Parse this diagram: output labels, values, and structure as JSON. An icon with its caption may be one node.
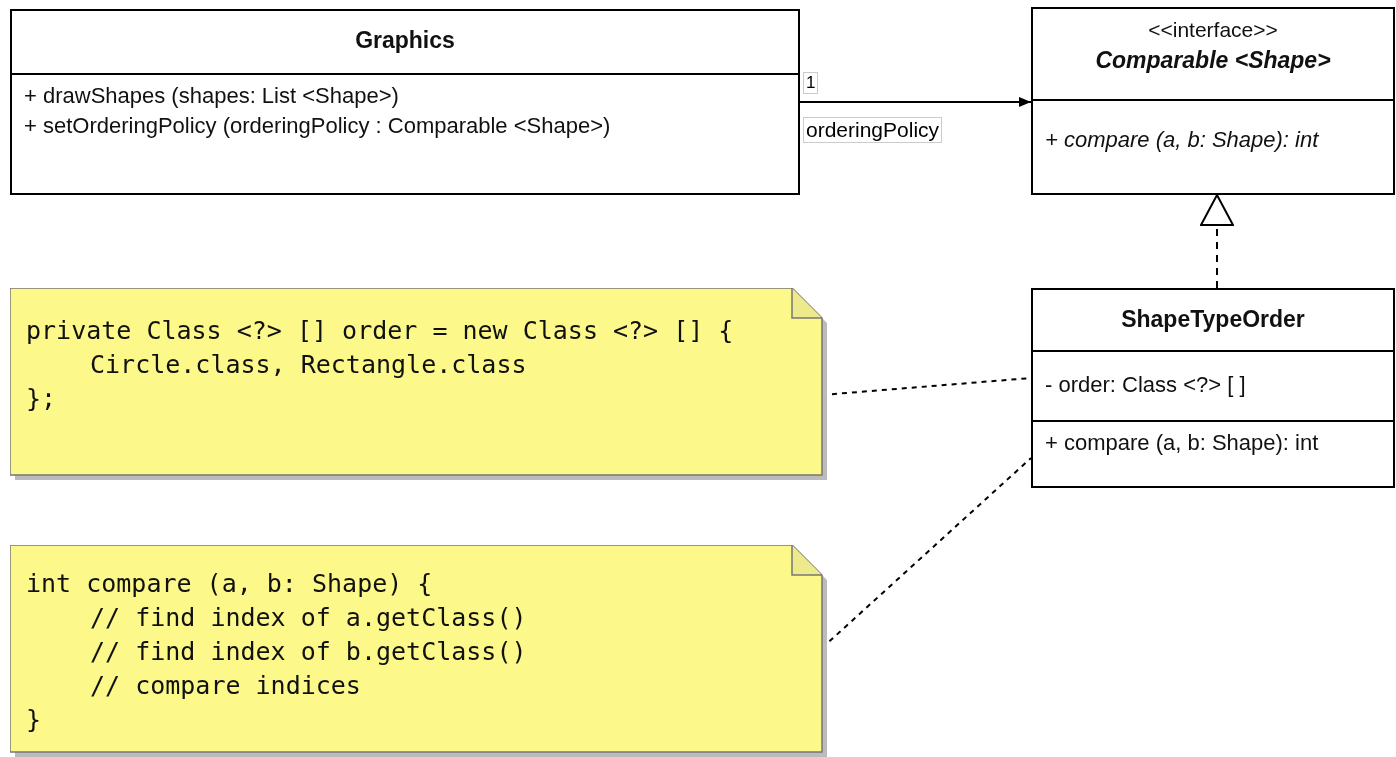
{
  "diagram": {
    "nodes": [
      {
        "text": [
          "Graphics",
          "+ drawShapes (shapes: List <Shape>)",
          "+ setOrderingPolicy (orderingPolicy : Comparable <Shape>)"
        ]
      },
      {
        "text": [
          "<<interface>>",
          "Comparable <Shape>",
          "+ compare (a, b: Shape): int"
        ]
      },
      {
        "text": [
          "ShapeTypeOrder",
          "- order: Class <?> [ ]",
          "+ compare (a, b: Shape): int"
        ]
      },
      {
        "text": [
          "private Class <?> [] order = new Class <?> [] {",
          "Circle.class, Rectangle.class",
          "};"
        ]
      },
      {
        "text": [
          "int compare (a, b: Shape) {",
          "// find index of a.getClass()",
          "// find index of b.getClass()",
          "// compare indices",
          "}"
        ]
      }
    ],
    "edges": [
      {
        "from": 0,
        "to": 1,
        "arrow": "to",
        "label": "orderingPolicy"
      },
      {
        "from": 2,
        "to": 1,
        "arrow": "to",
        "style": "dashed"
      },
      {
        "from": 3,
        "to": 2,
        "arrow": "none",
        "style": "dashed"
      },
      {
        "from": 4,
        "to": 2,
        "arrow": "none",
        "style": "dashed"
      }
    ],
    "labels": [
      "1"
    ]
  }
}
